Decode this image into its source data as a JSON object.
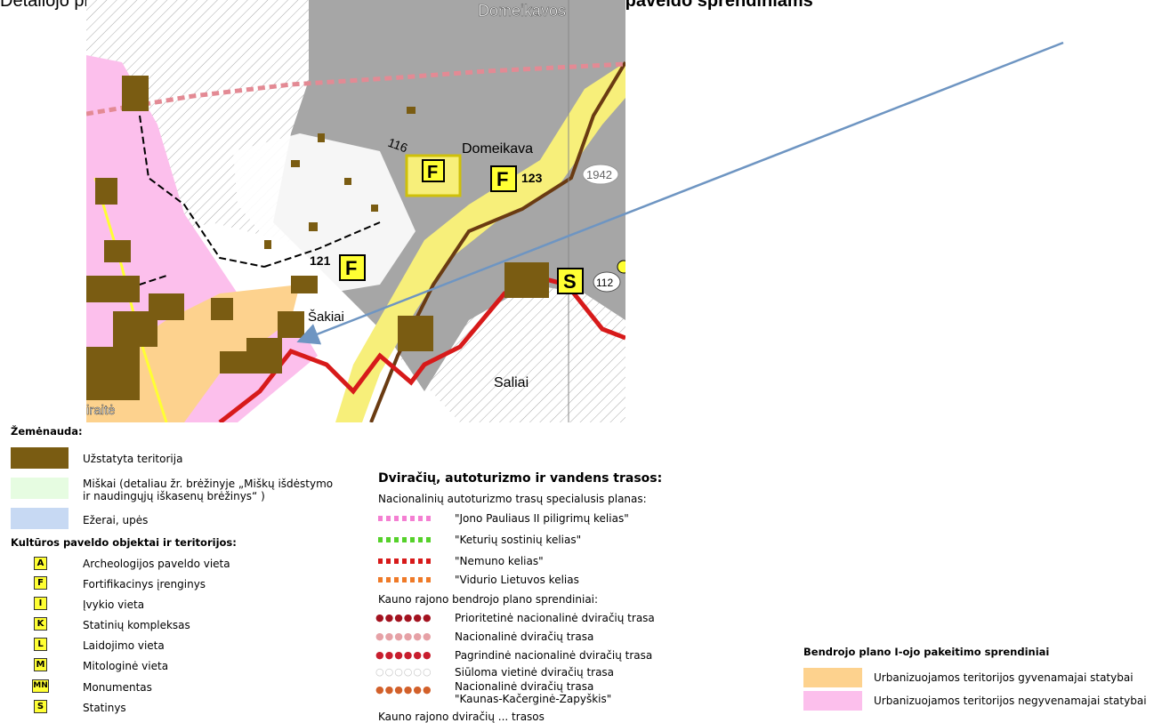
{
  "heading": {
    "prefix": "Detaliojo plano koregavimo sprendiniai nepriestarauja ",
    "bold": "Rekreacijos ir kultūros paveldo sprendiniams"
  },
  "map": {
    "labels": {
      "domeikava_top": "Domeikavos",
      "domeikava": "Domeikava",
      "sakiai": "Šakiai",
      "saliai": "Saliai",
      "kairaite": "iraitė",
      "n116": "116",
      "n123": "123",
      "n121": "121",
      "n112": "112",
      "road": "1942"
    },
    "markers": {
      "f": "F",
      "s": "S"
    }
  },
  "legend_left": {
    "title_landuse": "Žemėnauda:",
    "landuse": [
      {
        "label": "Užstatyta teritorija",
        "color": "#7a5c12"
      },
      {
        "label": "Miškai (detaliau žr. brėžinyje „Miškų išdėstymo",
        "label2": "ir naudingųjų iškasenų brėžinys“ )",
        "color": "#e6fce1"
      },
      {
        "label": "Ežerai, upės",
        "color": "#c7d9f3"
      }
    ],
    "title_heritage": "Kultūros paveldo objektai ir teritorijos:",
    "heritage": [
      {
        "code": "A",
        "label": "Archeologijos paveldo vieta"
      },
      {
        "code": "F",
        "label": "Fortifikacinys įrenginys"
      },
      {
        "code": "I",
        "label": "Įvykio vieta"
      },
      {
        "code": "K",
        "label": "Statinių kompleksas"
      },
      {
        "code": "L",
        "label": "Laidojimo vieta"
      },
      {
        "code": "M",
        "label": "Mitologinė vieta"
      },
      {
        "code": "MN",
        "label": "Monumentas"
      },
      {
        "code": "S",
        "label": "Statinys"
      }
    ]
  },
  "legend_mid": {
    "title": "Dviračių, autoturizmo ir vandens trasos:",
    "sub1": "Nacionalinių autoturizmo trasų specialusis planas:",
    "routes": [
      {
        "label": "\"Jono Pauliaus II piligrimų kelias\"",
        "color": "#f47fd2"
      },
      {
        "label": "\"Keturių sostinių kelias\"",
        "color": "#55d12a"
      },
      {
        "label": "\"Nemuno kelias\"",
        "color": "#d71a1a"
      },
      {
        "label": "\"Vidurio Lietuvos kelias",
        "color": "#ef7a28"
      }
    ],
    "sub2": "Kauno rajono bendrojo plano sprendiniai:",
    "bike": [
      {
        "label": "Prioritetinė nacionalinė dviračių trasa",
        "color": "#a3121f"
      },
      {
        "label": "Nacionalinė dviračių trasa",
        "color": "#e6a1a6"
      },
      {
        "label": "Pagrindinė nacionalinė dviračių trasa",
        "color": "#c81e2e"
      },
      {
        "label": "Siūloma vietinė dviračių trasa",
        "color": "#c8c8c8"
      },
      {
        "label": "Nacionalinė dviračių trasa",
        "label2": "\"Kaunas-Kačerginė-Zapyškis\"",
        "color": "#d2602a"
      }
    ],
    "cut": "Kauno rajono dviračių ... trasos"
  },
  "legend_right": {
    "title": "Bendrojo plano I-ojo pakeitimo sprendiniai",
    "items": [
      {
        "label": "Urbanizuojamos teritorijos gyvenamajai statybai",
        "color": "#fdd28e"
      },
      {
        "label": "Urbanizuojamos teritorijos negyvenamajai statybai",
        "color": "#fcbfec"
      }
    ]
  }
}
